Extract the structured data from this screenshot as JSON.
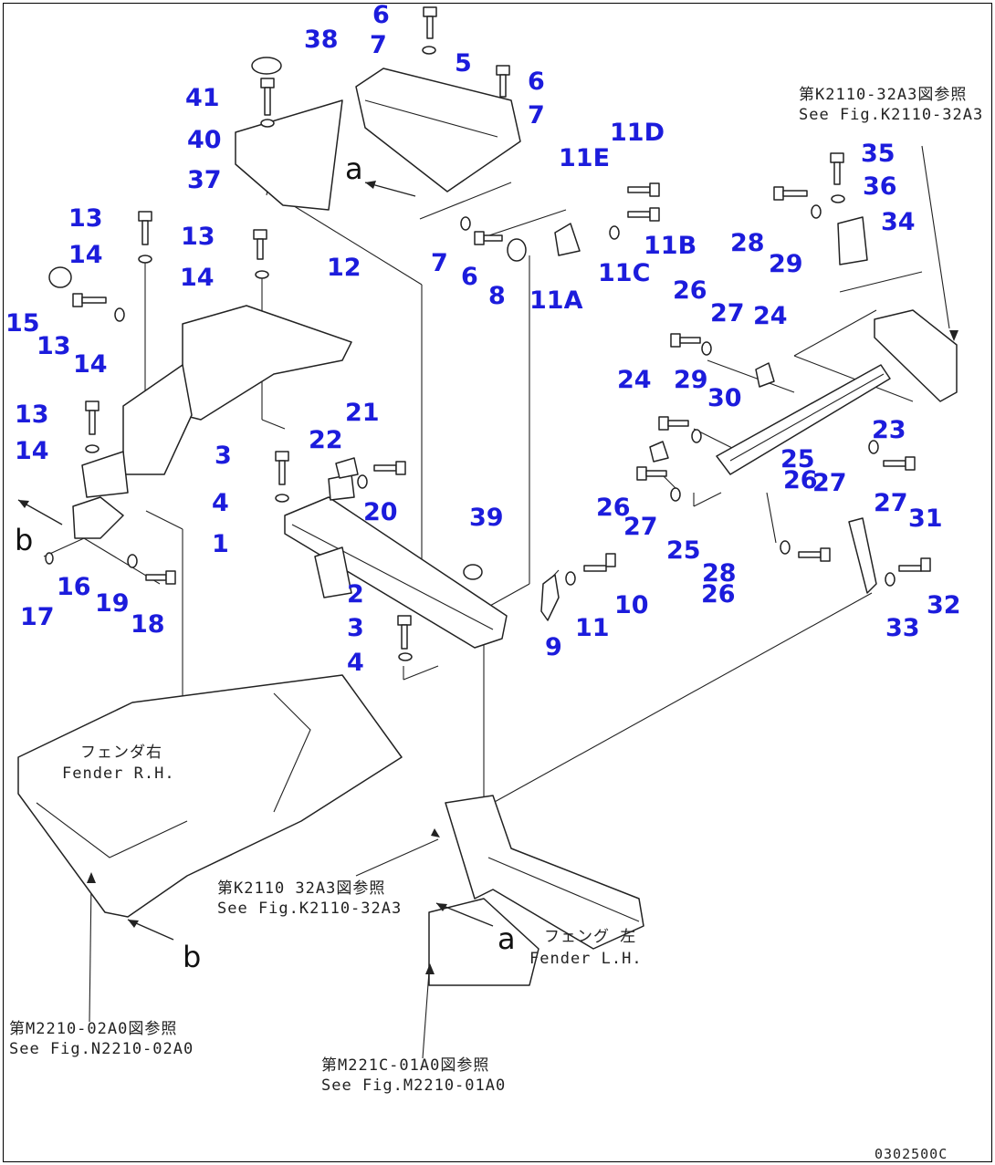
{
  "callouts": [
    "1",
    "2",
    "3",
    "3",
    "4",
    "4",
    "5",
    "6",
    "6",
    "6",
    "7",
    "7",
    "7",
    "8",
    "9",
    "10",
    "11",
    "11A",
    "11B",
    "11C",
    "11D",
    "11E",
    "12",
    "13",
    "13",
    "13",
    "13",
    "14",
    "14",
    "14",
    "14",
    "15",
    "16",
    "17",
    "18",
    "19",
    "20",
    "21",
    "22",
    "23",
    "24",
    "24",
    "25",
    "25",
    "26",
    "26",
    "26",
    "26",
    "27",
    "27",
    "27",
    "27",
    "28",
    "28",
    "29",
    "29",
    "30",
    "31",
    "32",
    "33",
    "34",
    "35",
    "36",
    "37",
    "38",
    "39",
    "40",
    "41"
  ],
  "view_letters": [
    "a",
    "a",
    "b",
    "b"
  ],
  "references": [
    {
      "jp": "第K2110-32A3図参照",
      "en": "See Fig.K2110-32A3"
    },
    {
      "jp": "第K2110 32A3図参照",
      "en": "See Fig.K2110-32A3"
    },
    {
      "jp": "第M2210-02A0図参照",
      "en": "See Fig.N2210-02A0"
    },
    {
      "jp": "第M221C-01A0図参照",
      "en": "See Fig.M2210-01A0"
    }
  ],
  "labels": [
    {
      "jp": "フェンダ右",
      "en": "Fender R.H."
    },
    {
      "jp": "フェング 左",
      "en": "Fender L.H."
    }
  ],
  "figure_code": "0302500C"
}
